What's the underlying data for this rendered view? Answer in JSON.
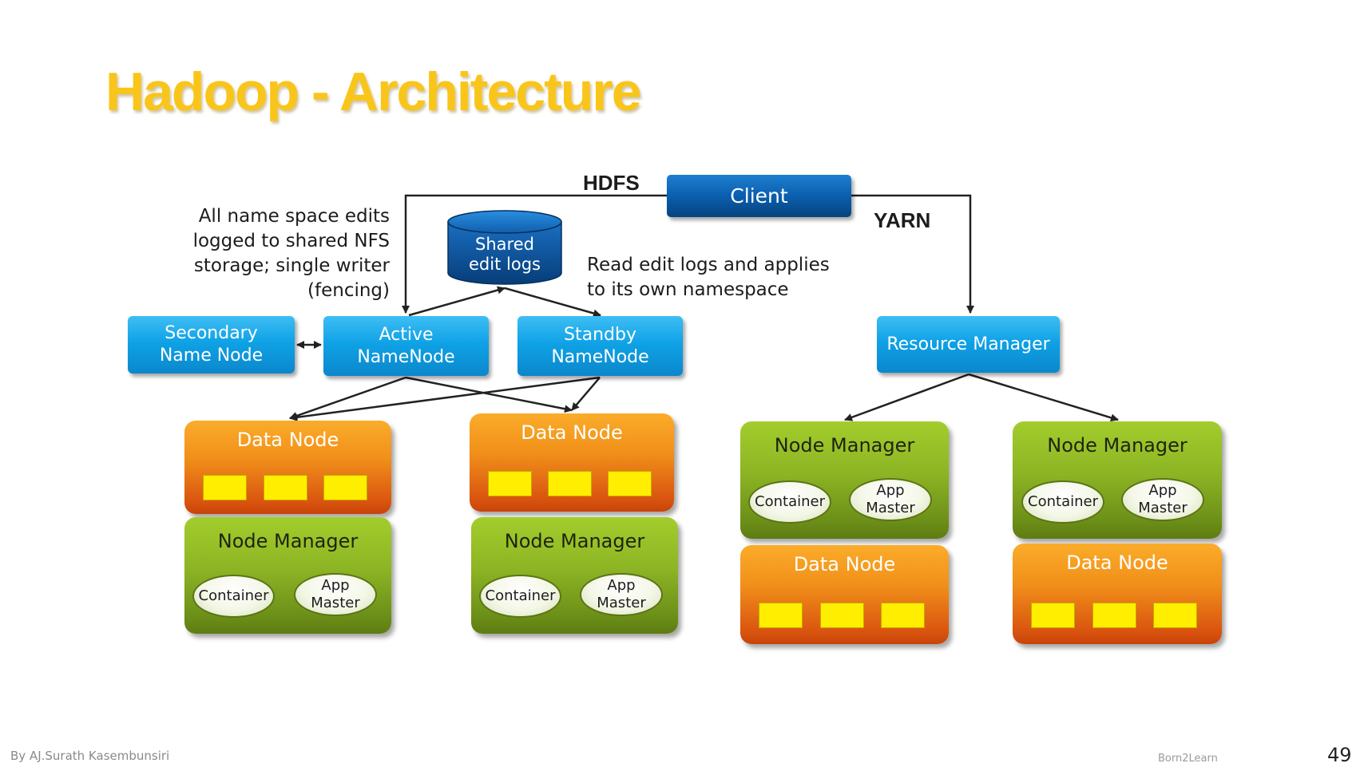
{
  "slide": {
    "title": "Hadoop - Architecture",
    "author": "By AJ.Surath Kasembunsiri",
    "brand": "Born2Learn",
    "page_number": "49"
  },
  "diagram": {
    "labels": {
      "hdfs": "HDFS",
      "yarn": "YARN"
    },
    "client": "Client",
    "shared_edit_logs": [
      "Shared",
      "edit logs"
    ],
    "notes": {
      "left": [
        "All name space edits",
        "logged to shared NFS",
        "storage; single writer",
        "(fencing)"
      ],
      "right": [
        "Read edit logs and applies",
        "to its own namespace"
      ]
    },
    "secondary_name_node": [
      "Secondary",
      "Name Node"
    ],
    "active_namenode": [
      "Active",
      "NameNode"
    ],
    "standby_namenode": [
      "Standby",
      "NameNode"
    ],
    "resource_manager": "Resource Manager",
    "data_node": "Data Node",
    "node_manager": "Node Manager",
    "container": "Container",
    "app_master": [
      "App",
      "Master"
    ]
  },
  "colors": {
    "title": "#f9c51a",
    "blue_node": "#0fa2e6",
    "client": "#0a5fae",
    "data_node": "#f1901a",
    "node_manager": "#8cb424",
    "block": "#ffee00"
  }
}
